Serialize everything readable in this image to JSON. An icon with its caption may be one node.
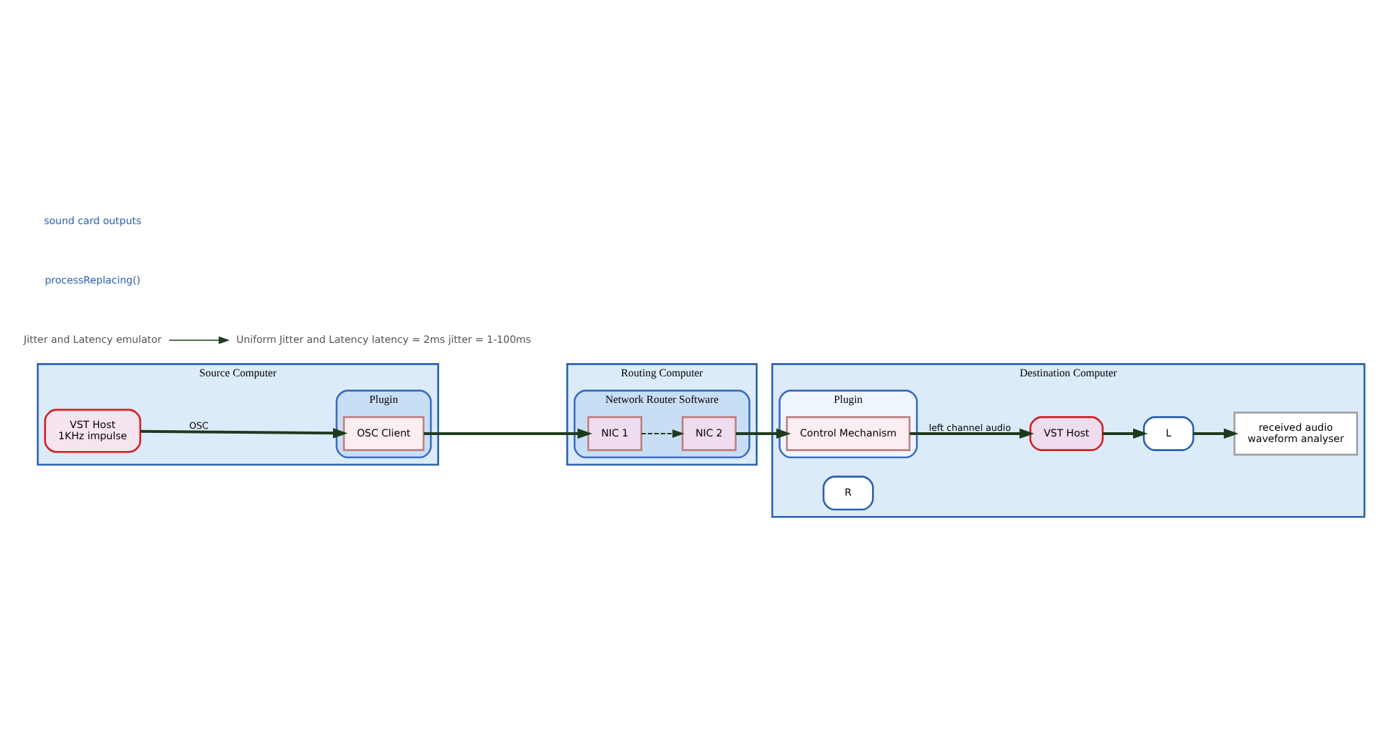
{
  "diagram": {
    "nodes": [
      {
        "text": [
          "Source Computer"
        ]
      },
      {
        "text": [
          "VST Host",
          "1KHz impulse"
        ],
        "in": 0
      },
      {
        "text": [
          "Plugin"
        ],
        "in": 0
      },
      {
        "text": [
          "OSC Client"
        ],
        "in": 2
      },
      {
        "text": [
          "Routing Computer"
        ]
      },
      {
        "text": [
          "Network Router Software"
        ],
        "in": 4
      },
      {
        "text": [
          "NIC 1"
        ],
        "in": 5
      },
      {
        "text": [
          "NIC 2"
        ],
        "in": 5
      },
      {
        "text": [
          "Destination Computer"
        ]
      },
      {
        "text": [
          "Plugin"
        ],
        "in": 8
      },
      {
        "text": [
          "Control Mechanism"
        ],
        "in": 9
      },
      {
        "text": [
          "VST Host"
        ],
        "in": 8
      },
      {
        "text": [
          "L"
        ],
        "in": 8
      },
      {
        "text": [
          "R"
        ],
        "in": 8
      },
      {
        "text": [
          "received audio",
          "waveform analyser"
        ],
        "in": 8
      },
      {
        "text": [
          "Jitter and Latency emulator"
        ]
      },
      {
        "text": [
          "Uniform Jitter and Latency latency = 2ms jitter = 1-100ms"
        ]
      }
    ],
    "edges": [
      {
        "from": 1,
        "to": 3,
        "arrow": "to",
        "label": "OSC"
      },
      {
        "from": 3,
        "to": 6,
        "arrow": "to"
      },
      {
        "from": 6,
        "to": 7,
        "arrow": "to",
        "style": "dashed"
      },
      {
        "from": 7,
        "to": 10,
        "arrow": "to"
      },
      {
        "from": 10,
        "to": 11,
        "arrow": "to",
        "label": "left channel audio"
      },
      {
        "from": 11,
        "to": 12,
        "arrow": "to"
      },
      {
        "from": 12,
        "to": 14,
        "arrow": "to"
      },
      {
        "from": 15,
        "to": 16,
        "arrow": "to"
      }
    ],
    "labels": [
      "processReplacing()",
      "sound card outputs"
    ]
  }
}
